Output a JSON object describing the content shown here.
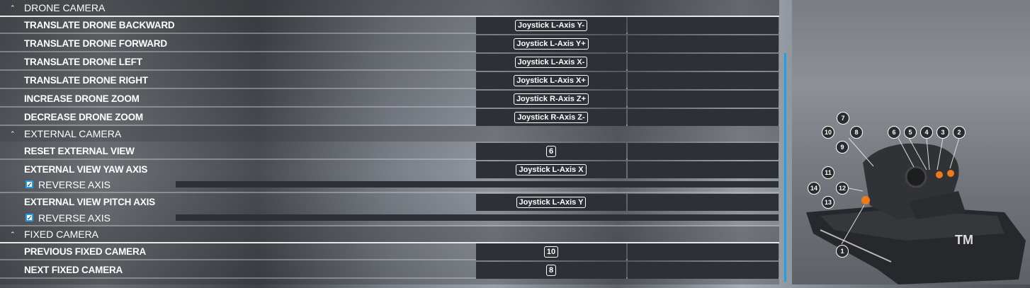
{
  "sections": [
    {
      "title": "DRONE CAMERA"
    },
    {
      "title": "EXTERNAL CAMERA"
    },
    {
      "title": "FIXED CAMERA"
    }
  ],
  "drone_rows": [
    {
      "label": "TRANSLATE DRONE BACKWARD",
      "binding": "Joystick L-Axis Y-"
    },
    {
      "label": "TRANSLATE DRONE FORWARD",
      "binding": "Joystick L-Axis Y+"
    },
    {
      "label": "TRANSLATE DRONE LEFT",
      "binding": "Joystick L-Axis X-"
    },
    {
      "label": "TRANSLATE DRONE RIGHT",
      "binding": "Joystick L-Axis X+"
    },
    {
      "label": "INCREASE DRONE ZOOM",
      "binding": "Joystick R-Axis Z+"
    },
    {
      "label": "DECREASE DRONE ZOOM",
      "binding": "Joystick R-Axis Z-"
    }
  ],
  "external_rows": [
    {
      "label": "RESET EXTERNAL VIEW",
      "binding": "6"
    },
    {
      "label": "EXTERNAL VIEW YAW AXIS",
      "binding": "Joystick L-Axis X",
      "reverse_label": "REVERSE AXIS",
      "reverse_checked": true
    },
    {
      "label": "EXTERNAL VIEW PITCH AXIS",
      "binding": "Joystick L-Axis Y",
      "reverse_label": "REVERSE AXIS",
      "reverse_checked": true
    }
  ],
  "fixed_rows": [
    {
      "label": "PREVIOUS FIXED CAMERA",
      "binding": "10"
    },
    {
      "label": "NEXT FIXED CAMERA",
      "binding": "8"
    }
  ],
  "device_callouts": [
    "1",
    "2",
    "3",
    "4",
    "5",
    "6",
    "7",
    "8",
    "9",
    "10",
    "11",
    "12",
    "13",
    "14"
  ],
  "colors": {
    "accent": "#1ea0e6",
    "cell": "#2d3037",
    "button_orange": "#f07a1a"
  }
}
